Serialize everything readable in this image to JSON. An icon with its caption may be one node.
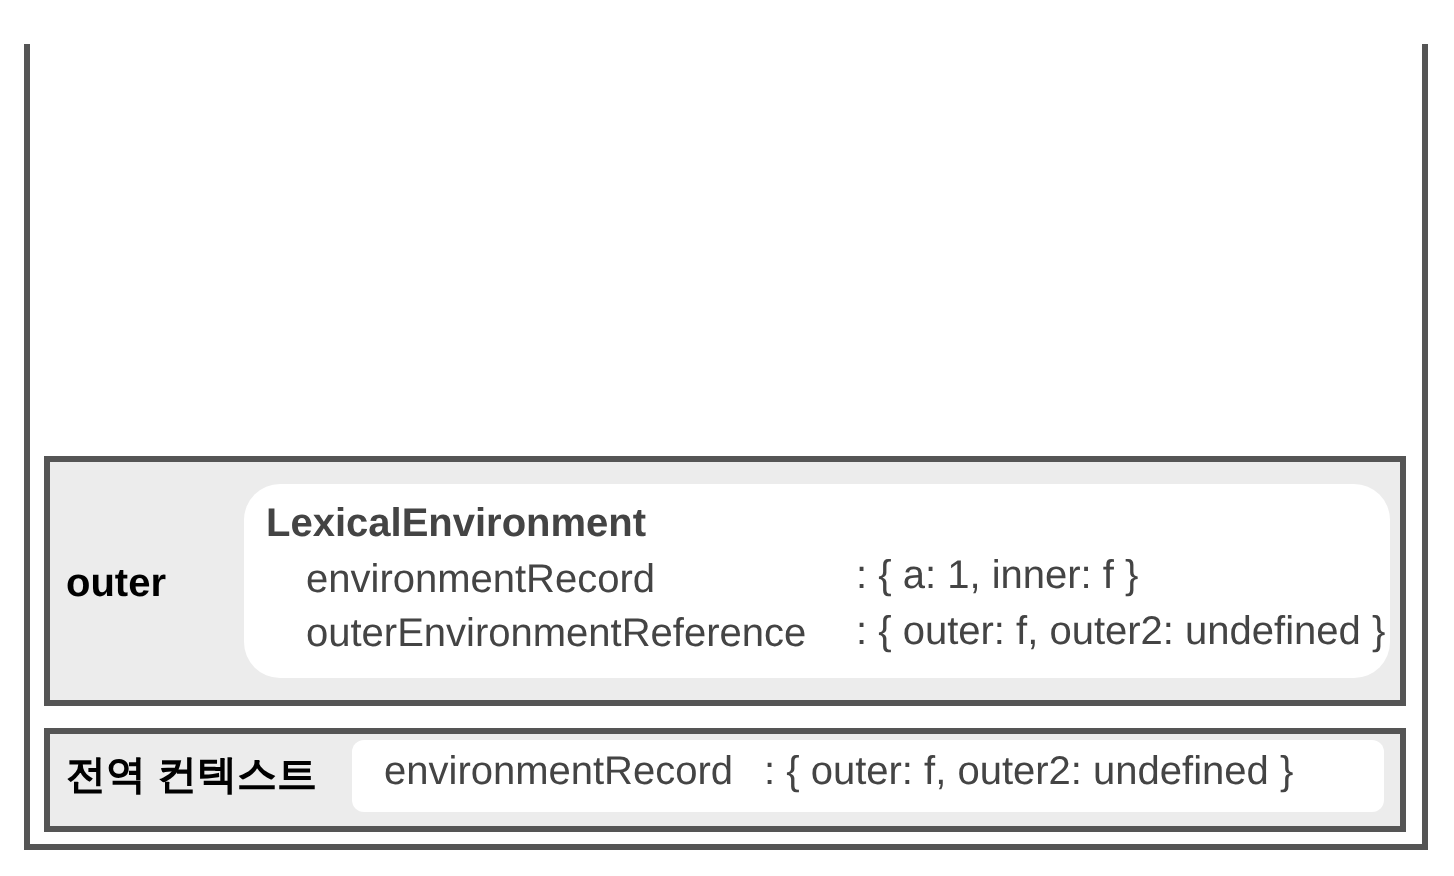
{
  "diagram": {
    "nodes": [
      {
        "text": [],
        "shape": "box"
      },
      {
        "text": [
          "outer"
        ],
        "in": 0
      },
      {
        "text": [
          "LexicalEnvironment",
          "environmentRecord",
          ": { a: 1, inner: f }",
          "outerEnvironmentReference",
          ": { outer: f, outer2: undefined }"
        ],
        "in": 1
      },
      {
        "text": [
          "전역 컨텍스트"
        ],
        "in": 0
      },
      {
        "text": [
          "environmentRecord",
          ": { outer: f, outer2: undefined }"
        ],
        "in": 3
      }
    ],
    "edges": []
  }
}
